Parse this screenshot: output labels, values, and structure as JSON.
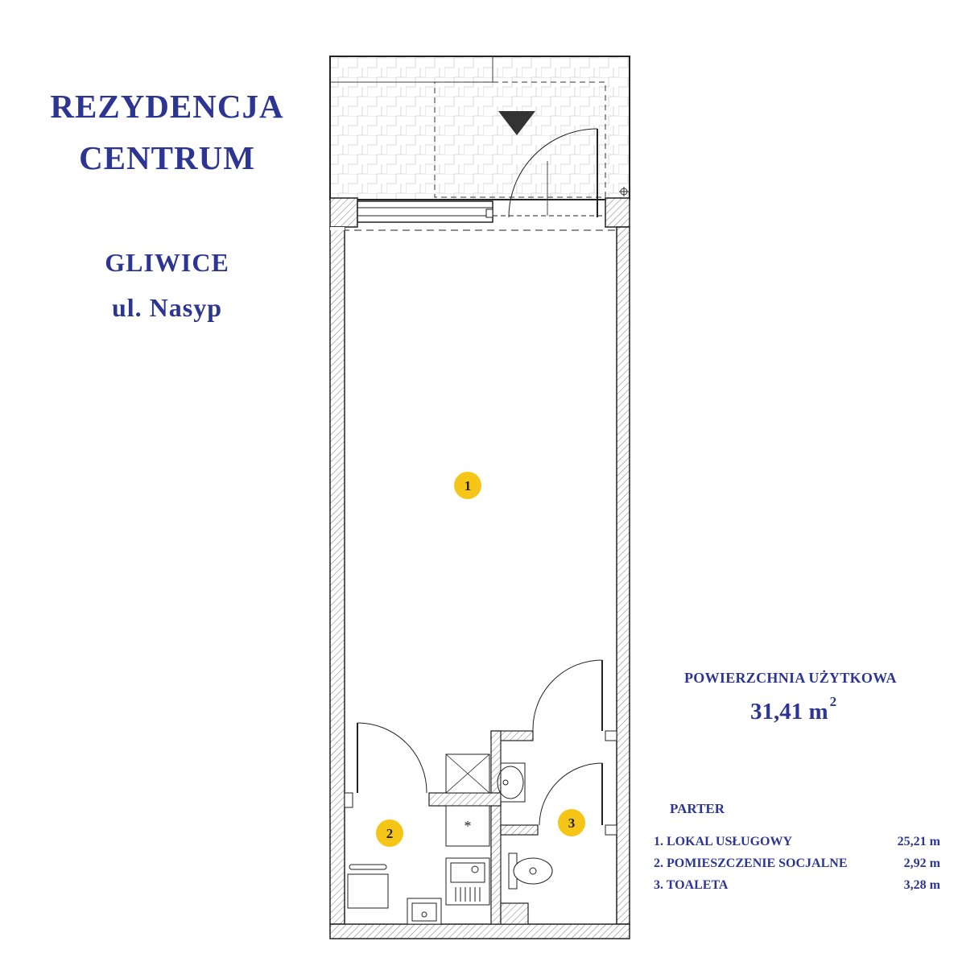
{
  "header": {
    "title_line1": "REZYDENCJA",
    "title_line2": "CENTRUM",
    "city": "GLIWICE",
    "street": "ul. Nasyp"
  },
  "summary": {
    "area_label": "POWIERZCHNIA UŻYTKOWA",
    "area_value": "31,41 m",
    "area_unit_sup": "2"
  },
  "legend": {
    "floor_label": "PARTER",
    "rooms": [
      {
        "label": "1. LOKAL USŁUGOWY",
        "area": "25,21 m"
      },
      {
        "label": "2. POMIESZCZENIE SOCJALNE",
        "area": "2,92 m"
      },
      {
        "label": "3. TOALETA",
        "area": "3,28 m"
      }
    ]
  },
  "plan": {
    "room_markers": [
      "1",
      "2",
      "3"
    ],
    "kitchen_symbol": "*",
    "marker_color": "#f5c518",
    "text_color": "#2d3593",
    "entrance_icon": "entrance-arrow-icon"
  }
}
